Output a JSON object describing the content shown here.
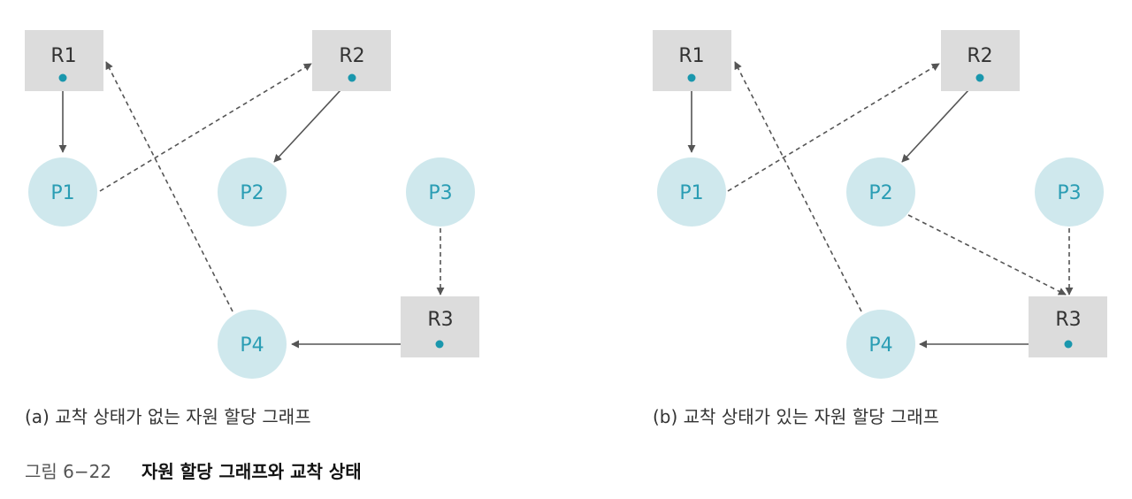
{
  "diagrams": [
    {
      "caption": "(a) 교착 상태가 없는 자원 할당 그래프",
      "resources": [
        "R1",
        "R2",
        "R3"
      ],
      "processes": [
        "P1",
        "P2",
        "P3",
        "P4"
      ],
      "edges": [
        {
          "from": "R1",
          "to": "P1",
          "kind": "assignment"
        },
        {
          "from": "P1",
          "to": "R2",
          "kind": "request"
        },
        {
          "from": "R2",
          "to": "P2",
          "kind": "assignment"
        },
        {
          "from": "P3",
          "to": "R3",
          "kind": "request"
        },
        {
          "from": "R3",
          "to": "P4",
          "kind": "assignment"
        },
        {
          "from": "P4",
          "to": "R1",
          "kind": "request"
        }
      ]
    },
    {
      "caption": "(b) 교착 상태가 있는 자원 할당 그래프",
      "resources": [
        "R1",
        "R2",
        "R3"
      ],
      "processes": [
        "P1",
        "P2",
        "P3",
        "P4"
      ],
      "edges": [
        {
          "from": "R1",
          "to": "P1",
          "kind": "assignment"
        },
        {
          "from": "P1",
          "to": "R2",
          "kind": "request"
        },
        {
          "from": "R2",
          "to": "P2",
          "kind": "assignment"
        },
        {
          "from": "P2",
          "to": "R3",
          "kind": "request"
        },
        {
          "from": "P3",
          "to": "R3",
          "kind": "request"
        },
        {
          "from": "R3",
          "to": "P4",
          "kind": "assignment"
        },
        {
          "from": "P4",
          "to": "R1",
          "kind": "request"
        }
      ]
    }
  ],
  "figure": {
    "number": "그림 6−22",
    "title": "자원 할당 그래프와 교착 상태"
  },
  "colors": {
    "resource_fill": "#dcdcdc",
    "process_fill": "#cfe8ed",
    "process_text": "#2a9db4",
    "dot": "#1a97ad",
    "edge": "#555555"
  }
}
